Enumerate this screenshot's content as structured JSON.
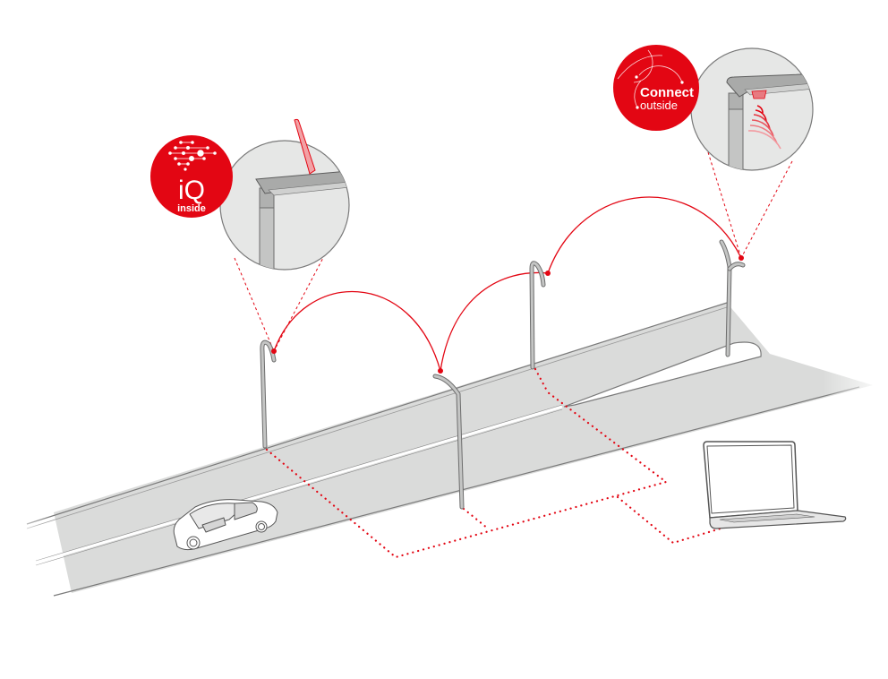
{
  "diagram": {
    "title": "Connected street lighting network",
    "colors": {
      "accent": "#e30613",
      "road": "#dadbda",
      "road_edge": "#7a7a7a",
      "pole": "#b8b9b8",
      "pole_edge": "#6d6d6d",
      "zoom_circle": "#e6e7e6",
      "background": "#ffffff"
    },
    "badges": {
      "iq": {
        "icon": "network-nodes-icon",
        "title": "iQ",
        "subtitle": "inside"
      },
      "connect": {
        "icon": "orbit-lines-icon",
        "title": "Connect",
        "subtitle": "outside"
      }
    },
    "zoom_views": [
      {
        "name": "luminaire-with-antenna",
        "feature": "antenna-icon"
      },
      {
        "name": "luminaire-with-sensor",
        "feature": "wireless-signal-icon"
      }
    ],
    "elements": {
      "poles": 4,
      "vehicle": "car-icon",
      "device": "laptop-icon",
      "wireless_links": 3,
      "wired_links": "dotted network cabling"
    }
  }
}
